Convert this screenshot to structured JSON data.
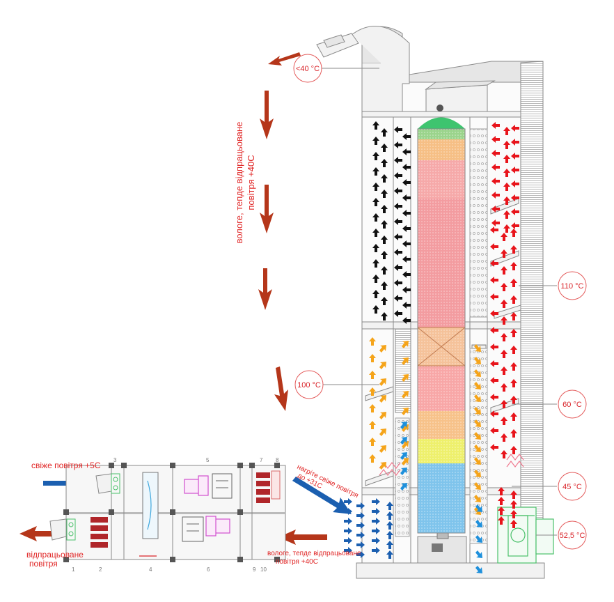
{
  "colors": {
    "hot_arrow": "#e8141b",
    "warm_arrow": "#f5a41a",
    "cool_arrow": "#1e90dc",
    "fresh_air_arrow": "#1b5fb0",
    "exhaust_arrow": "#b5361a",
    "dark_arrow": "#111111",
    "label_red": "#e02525"
  },
  "labels": {
    "humid_exhaust_vertical": [
      "вологе, тепде відпрацьоване",
      "повітря +40С"
    ],
    "fresh_air_in": "свіже повітря +5С",
    "exhaust_out": [
      "відпрацьоване",
      "повітря"
    ],
    "heated_fresh_air": [
      "нагріте свіже повітря",
      "до +31С"
    ],
    "humid_return_air": [
      "вологе, тепде відпрацьоване",
      "повітря +40С"
    ]
  },
  "temperatures": {
    "top_outlet": "<40 °C",
    "drying_zone": "110 °C",
    "middle_zone": "100 °C",
    "lower_zone": "60 °C",
    "cooling_zone": "45 °C",
    "bottom_zone": "52,5 °C"
  },
  "unit_numbers": [
    "1",
    "2",
    "3",
    "4",
    "5",
    "6",
    "7",
    "8",
    "9",
    "10"
  ],
  "column_zones": [
    "green",
    "orange",
    "pink",
    "orange",
    "yellow",
    "blue"
  ]
}
